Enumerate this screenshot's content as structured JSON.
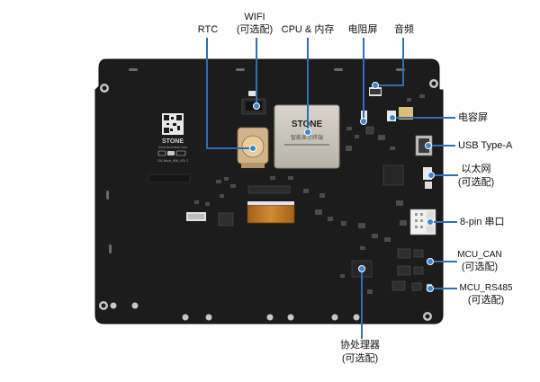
{
  "board": {
    "brand_logo_text": "STONE",
    "brand_url": "www.stoneitech.com",
    "chip_brand": "STONE",
    "chip_subtitle": "智能显示终端",
    "model_text": "10L 4inch_HMI_V0L 2"
  },
  "callouts": {
    "rtc": "RTC",
    "wifi": "WIFI",
    "wifi_opt": "(可选配)",
    "cpu": "CPU & 内存",
    "resist": "电阻屏",
    "audio": "音频",
    "capac": "电容屏",
    "usb": "USB Type-A",
    "eth": "以太网",
    "eth_opt": "(可选配)",
    "serial": "8-pin 串口",
    "can": "MCU_CAN",
    "can_opt": "(可选配)",
    "rs485": "MCU_RS485",
    "rs485_opt": "(可选配)",
    "coproc": "协处理器",
    "coproc_opt": "(可选配)"
  },
  "colors": {
    "board": "#1c1c1c",
    "leader": "#2f6fb3",
    "marker": "#3b86d4"
  }
}
